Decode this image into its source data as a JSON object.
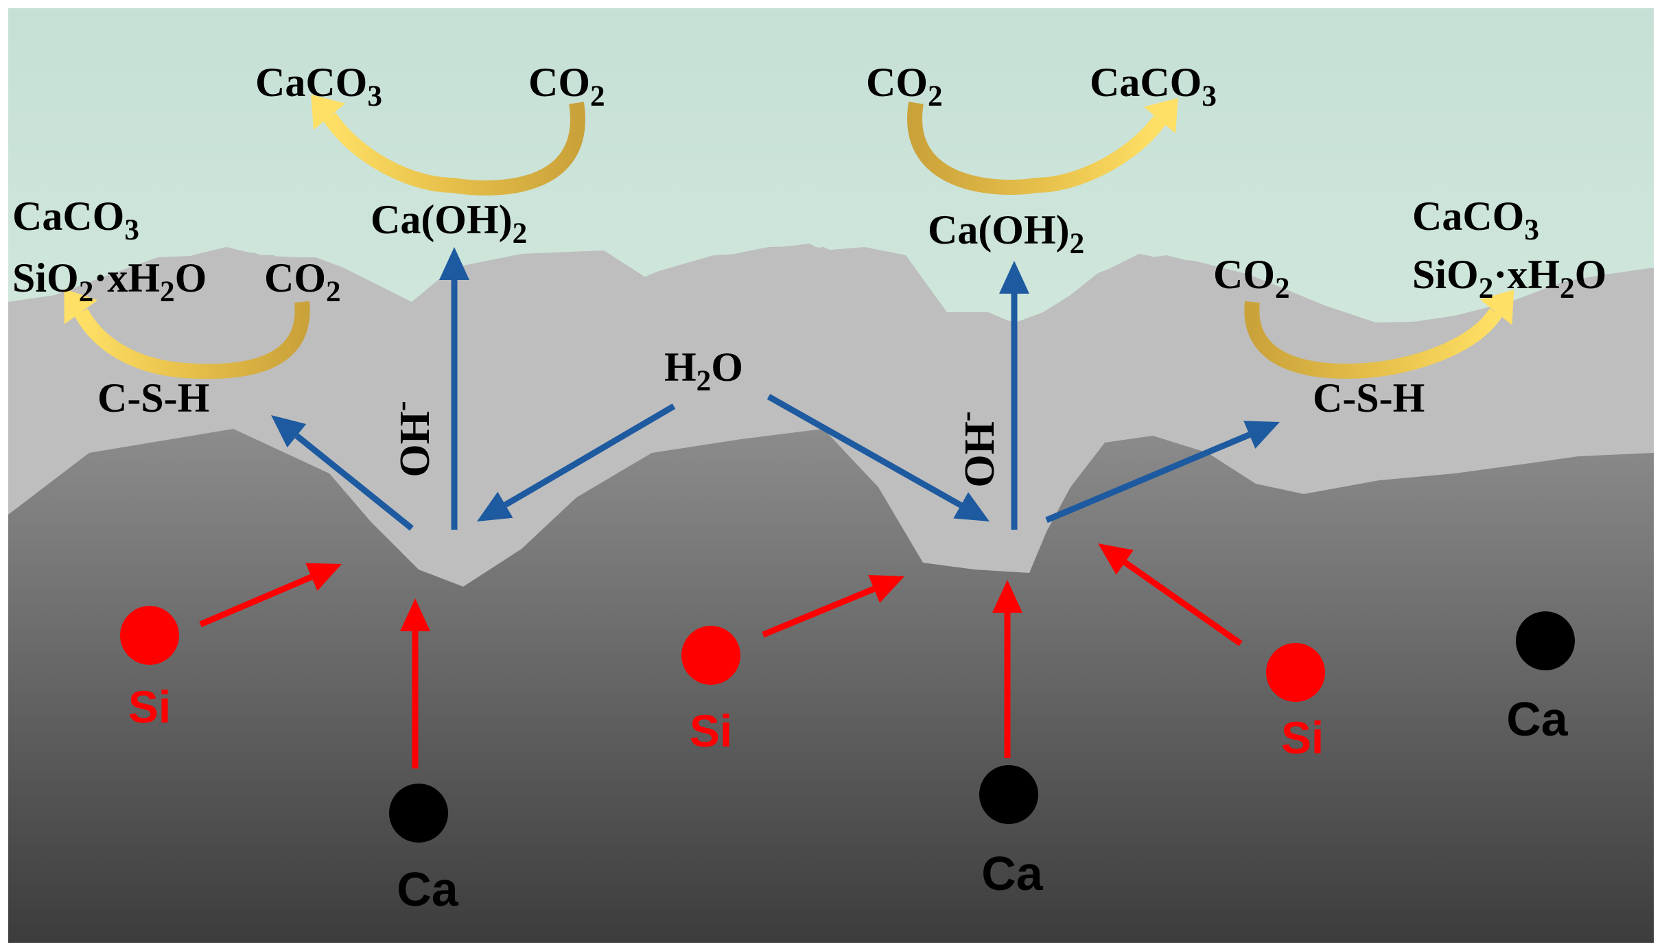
{
  "colors": {
    "sky_top": "#c6e0d6",
    "sky_bottom": "#e3f2e4",
    "product_layer": "#bebebe",
    "substrate_top": "#8c8c8c",
    "substrate_bottom": "#3c3c3c",
    "si_red": "#ff0000",
    "ca_black": "#000000",
    "arrow_blue": "#1d5aa0",
    "arrow_red": "#ff0000",
    "cycle_gold": "#d4ad3c",
    "cycle_yellow": "#ffe066"
  },
  "labels": {
    "caco3": "CaCO",
    "co2": "CO",
    "cah2": "Ca(OH)",
    "sio2": "SiO",
    "xh2o": "·xH",
    "o": "O",
    "h2o_h": "H",
    "csh": "C-S-H",
    "oh": "OH",
    "oh_charge": "-",
    "si": "Si",
    "ca": "Ca",
    "sub2": "2",
    "sub3": "3"
  },
  "icons": {
    "arrow_blue": "straight-arrow",
    "arrow_red": "straight-arrow",
    "cycle": "curved-arrow"
  }
}
